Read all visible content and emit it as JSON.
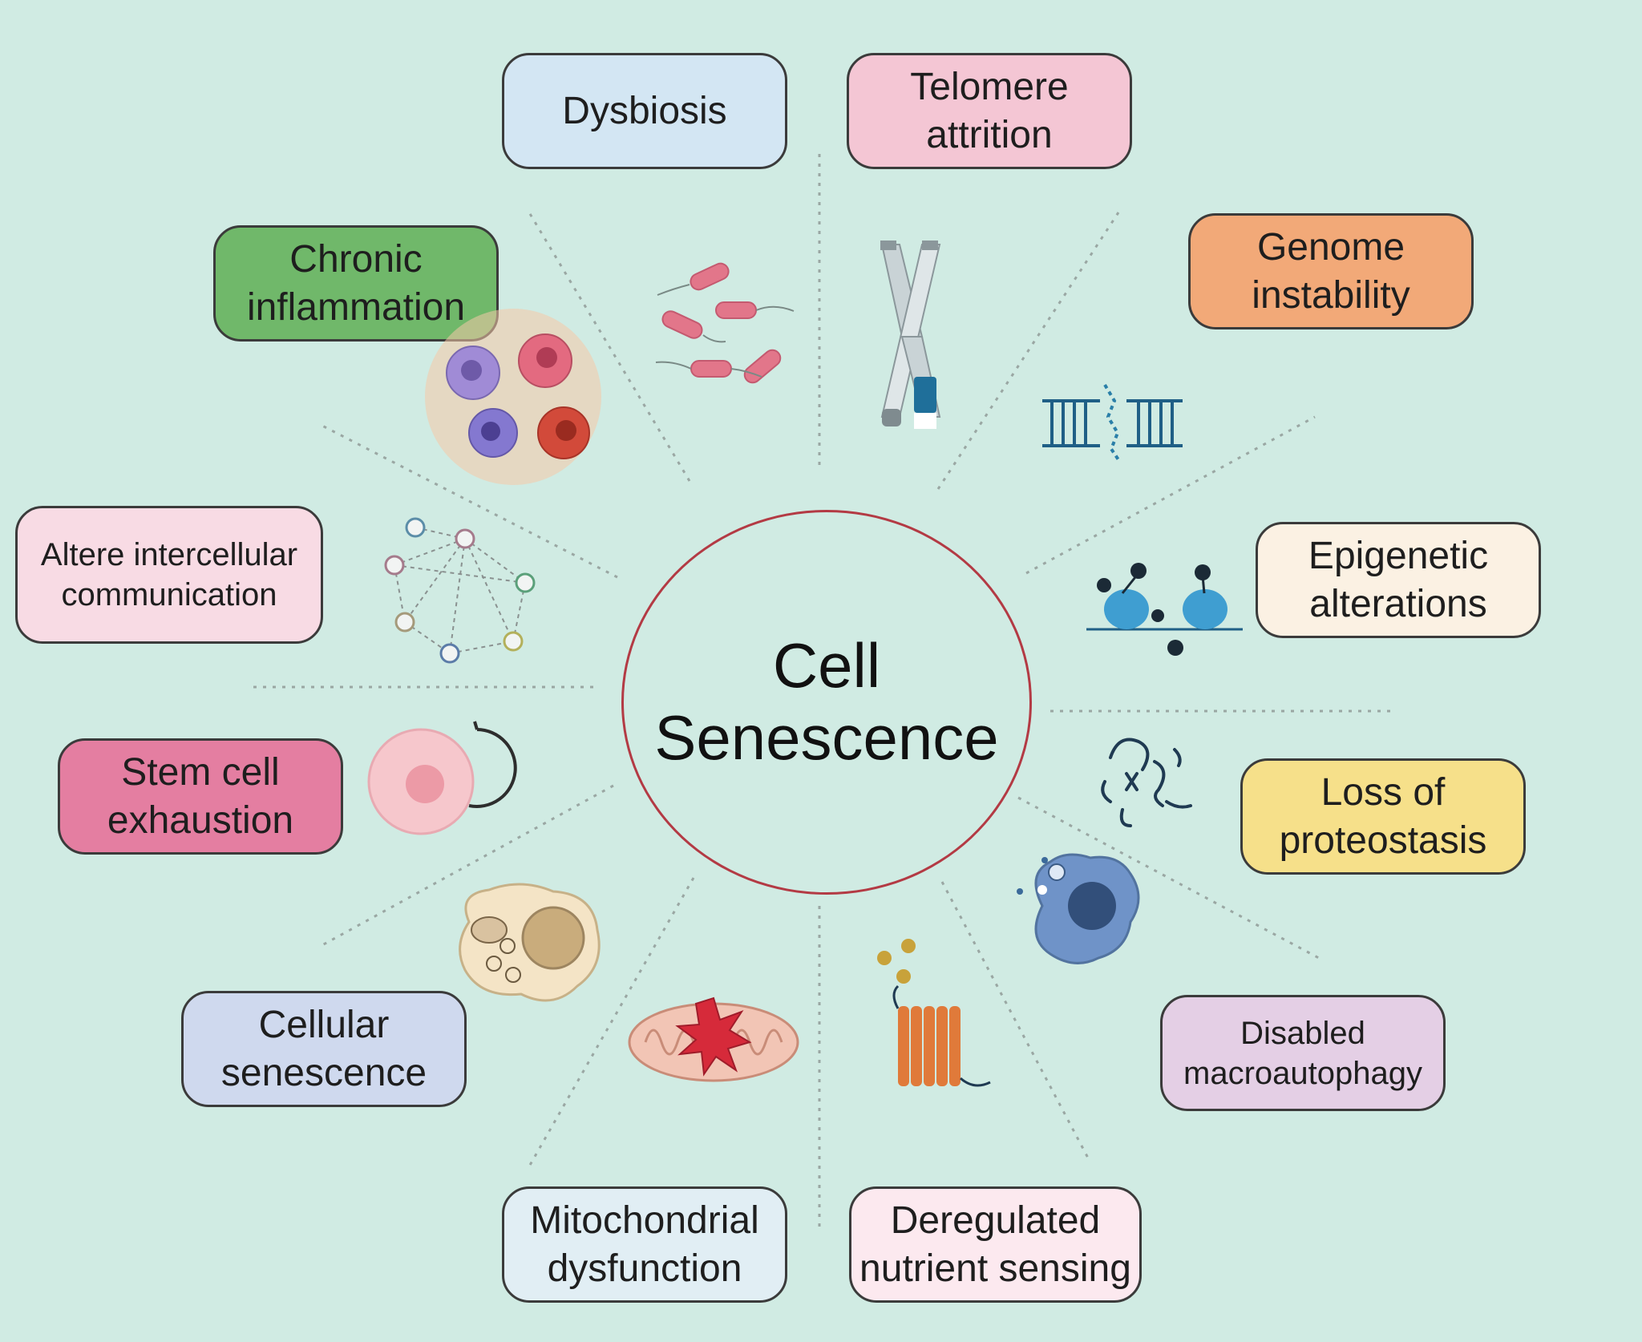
{
  "center": {
    "title": "Cell\nSenescence"
  },
  "hallmarks": {
    "dysbiosis": "Dysbiosis",
    "telomere": "Telomere\nattrition",
    "genome": "Genome\ninstability",
    "epigenetic": "Epigenetic\nalterations",
    "proteostasis": "Loss of\nproteostasis",
    "macroautophagy": "Disabled\nmacroautophagy",
    "nutrient": "Deregulated\nnutrient sensing",
    "mitochondrial": "Mitochondrial\ndysfunction",
    "cellular_senescence": "Cellular\nsenescence",
    "stem_cell": "Stem cell\nexhaustion",
    "communication": "Altere intercellular\ncommunication",
    "inflammation": "Chronic\ninflammation"
  },
  "colors": {
    "background": "#d0ebe3",
    "dysbiosis": "#d3e6f3",
    "telomere": "#f4c6d4",
    "genome": "#f2a978",
    "epigenetic": "#fbf1e3",
    "proteostasis": "#f6e08a",
    "macroautophagy": "#e4cfe5",
    "nutrient": "#fce9ef",
    "mitochondrial": "#e1eef4",
    "cellular_senescence": "#cfd9ee",
    "stem_cell": "#e47ea1",
    "communication": "#f8dbe4",
    "inflammation": "#70b86a"
  },
  "icons": {
    "dysbiosis": "bacteria-icon",
    "telomere": "chromosome-icon",
    "genome": "dna-damage-icon",
    "epigenetic": "nucleosome-icon",
    "proteostasis": "misfolded-protein-icon",
    "macroautophagy": "autophagy-cell-icon",
    "nutrient": "nutrient-receptor-icon",
    "mitochondrial": "mitochondrion-icon",
    "cellular_senescence": "senescent-cell-icon",
    "stem_cell": "stem-cell-icon",
    "communication": "cell-network-icon",
    "inflammation": "immune-cells-icon"
  }
}
